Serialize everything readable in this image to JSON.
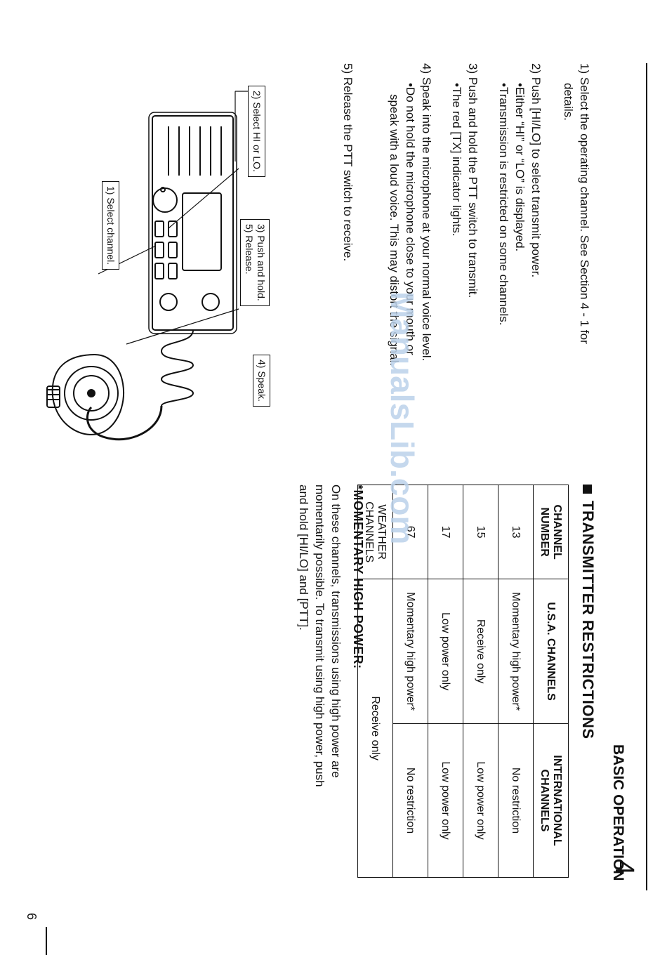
{
  "header": {
    "title": "BASIC OPERATION",
    "number": "4"
  },
  "steps": [
    {
      "id": "1",
      "text": "1)  Select  the  operating  channel.   See  Section  4 - 1  for",
      "cont": "details."
    },
    {
      "id": "2",
      "text": "2) Push [HI/LO] to select transmit power.",
      "bullets": [
        "•Either “HI” or “LO” is displayed.",
        "•Transmission is restricted on some channels."
      ]
    },
    {
      "id": "3",
      "text": "3) Push and hold the PTT switch to transmit.",
      "bullets": [
        "•The red [TX] indicator lights."
      ]
    },
    {
      "id": "4",
      "text": "4) Speak into the microphone at your normal voice level.",
      "bullets": [
        "•Do  not  hold  the  microphone  close  to  your  mouth  or",
        "speak with a loud voice.  This may distort the signal."
      ]
    },
    {
      "id": "5",
      "text": "5) Release the PTT switch to receive."
    }
  ],
  "callouts": {
    "select_hi_lo": "2)  Select HI or LO.",
    "push_hold": "3)  Push and hold.",
    "release": "5)  Release.",
    "select_channel": "1)  Select channel.",
    "speak": "4)  Speak."
  },
  "restrictions": {
    "title": "TRANSMITTER  RESTRICTIONS",
    "headers": [
      "CHANNEL NUMBER",
      "U.S.A. CHANNELS",
      "INTERNATIONAL CHANNELS"
    ],
    "rows": [
      {
        "ch": "13",
        "usa": "Momentary high power*",
        "intl": "No restriction"
      },
      {
        "ch": "15",
        "usa": "Receive only",
        "intl": "Low power only"
      },
      {
        "ch": "17",
        "usa": "Low power only",
        "intl": "Low power only"
      },
      {
        "ch": "67",
        "usa": "Momentary high power*",
        "intl": "No restriction"
      },
      {
        "ch": "WEATHER CHANNELS",
        "both": "Receive only"
      }
    ]
  },
  "momentary": {
    "title": "*MOMENTARY  HIGH  POWER:",
    "lines": [
      "On  these  channels,  transmissions  using  high  power  are",
      "momentarily possible.  To transmit using high power, push",
      "and hold [HI/LO] and [PTT]."
    ]
  },
  "page_number": "6",
  "watermark": "ManualsLib.com"
}
